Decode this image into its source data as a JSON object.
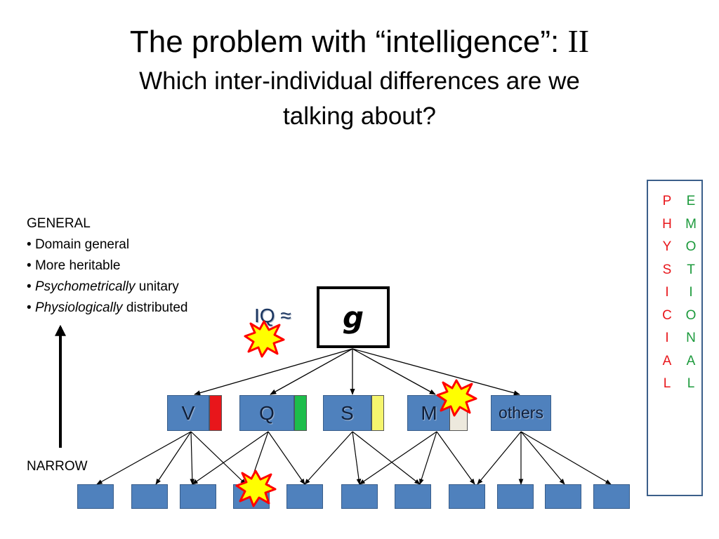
{
  "title": {
    "main": "The problem with “intelligence”: ",
    "roman": "II"
  },
  "subtitle": {
    "line1": "Which inter-individual differences are we",
    "line2": "talking about?"
  },
  "general": {
    "heading": "GENERAL",
    "items": [
      {
        "italic": "",
        "text": "Domain general"
      },
      {
        "italic": "",
        "text": "More heritable"
      },
      {
        "italic": "Psychometrically",
        "text": " unitary"
      },
      {
        "italic": "Physiologically",
        "text": " distributed"
      }
    ]
  },
  "narrow_label": "NARROW",
  "iq_label": "IQ ≈",
  "g_label": "g",
  "factors": [
    {
      "label": "V",
      "strip_color": "#e8161b"
    },
    {
      "label": "Q",
      "strip_color": "#1dbd4b"
    },
    {
      "label": "S",
      "strip_color": "#f5f56e"
    },
    {
      "label": "M",
      "strip_color": "#ede9dd"
    },
    {
      "label": "others",
      "strip_color": ""
    }
  ],
  "side_columns": {
    "physical": [
      "P",
      "H",
      "Y",
      "S",
      "I",
      "C",
      "I",
      "A",
      "L"
    ],
    "emotional": [
      "E",
      "M",
      "O",
      "T",
      "I",
      "O",
      "N",
      "A",
      "L"
    ]
  },
  "colors": {
    "box_fill": "#4f81bd",
    "physical": "#e8161b",
    "emotional": "#1c9a3c",
    "burst_fill": "#ffff00",
    "burst_stroke": "#ff0000"
  },
  "icons": [
    "upward-arrow",
    "explosion-burst"
  ]
}
